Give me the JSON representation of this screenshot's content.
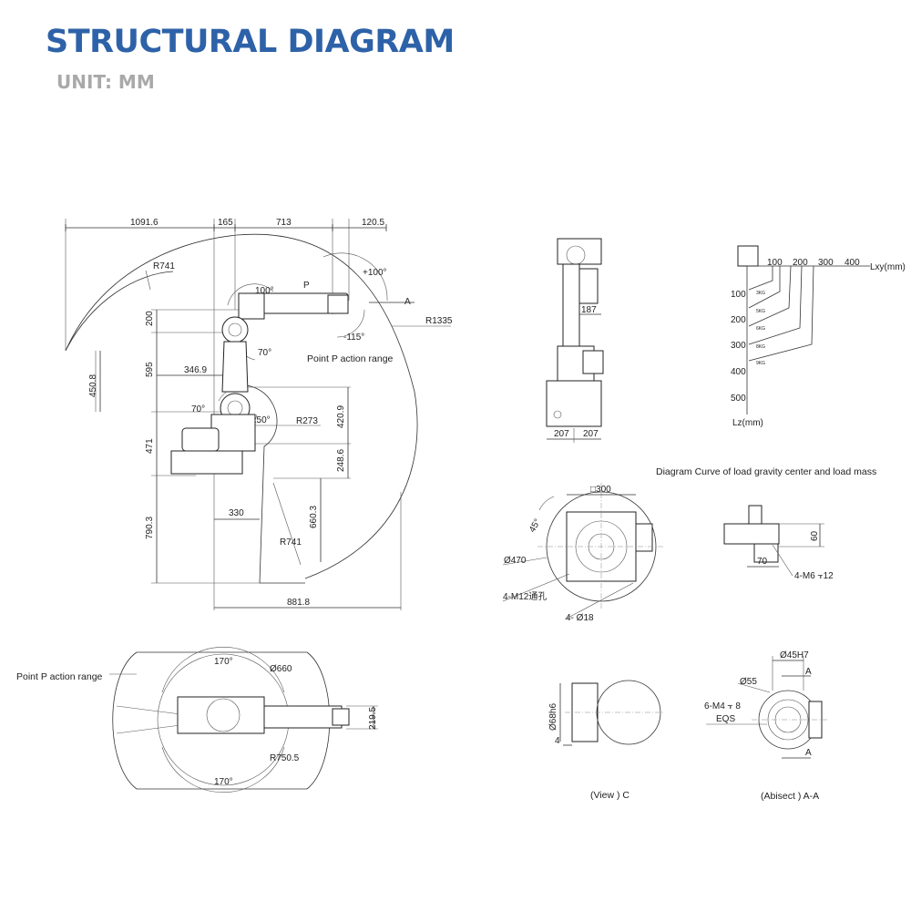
{
  "header": {
    "title": "STRUCTURAL DIAGRAM",
    "unit": "UNIT: MM"
  },
  "side_view": {
    "top_dims": [
      "1091.6",
      "165",
      "713",
      "120.5"
    ],
    "radius_outer": "R1335",
    "radius_741_top": "R741",
    "radius_741_bottom": "R741",
    "radius_273": "R273",
    "angle_100": "100°",
    "angle_plus100": "+100°",
    "angle_minus115": "-115°",
    "angle_70_a": "70°",
    "angle_70_b": "70°",
    "angle_150": "150°",
    "point_p": "P",
    "section_a": "A",
    "action_range": "Point P action range",
    "left_vertical_dims": [
      "200",
      "595",
      "471",
      "790.3"
    ],
    "dim_450_8": "450.8",
    "dim_346_9": "346.9",
    "dim_420_9": "420.9",
    "dim_248_6": "248.6",
    "dim_660_3": "660.3",
    "dim_330": "330",
    "dim_881_8": "881.8"
  },
  "top_view": {
    "action_range": "Point P action range",
    "angle_top": "170°",
    "angle_bottom": "170°",
    "diameter": "Ø660",
    "radius": "R750.5",
    "offset": "219.5"
  },
  "front_view": {
    "dim_187": "187",
    "base_left": "207",
    "base_right": "207"
  },
  "load_curve": {
    "caption": "Diagram Curve of load gravity center and load mass",
    "x_axis_label": "Lxy(mm)",
    "y_axis_label": "Lz(mm)",
    "x_ticks": [
      "100",
      "200",
      "300",
      "400"
    ],
    "y_ticks": [
      "100",
      "200",
      "300",
      "400",
      "500"
    ],
    "mass_labels": [
      "3KG",
      "5KG",
      "6KG",
      "8KG",
      "9KG"
    ]
  },
  "base_view": {
    "square": "□300",
    "angle": "45°",
    "diameter": "Ø470",
    "holes_thread": "4-M12通孔",
    "holes_dia": "4- Ø18"
  },
  "flange_side": {
    "dim_60": "60",
    "dim_70": "70",
    "holes": "4-M6 ⫟12"
  },
  "view_c": {
    "caption": "(View ) C",
    "diameter": "Ø68h6",
    "depth": "4"
  },
  "section_aa": {
    "caption": "(Abisect ) A-A",
    "d45": "Ø45H7",
    "d55": "Ø55",
    "holes": "6-M4 ⫟ 8",
    "eqs": "EQS",
    "a_top": "A",
    "a_bottom": "A"
  }
}
